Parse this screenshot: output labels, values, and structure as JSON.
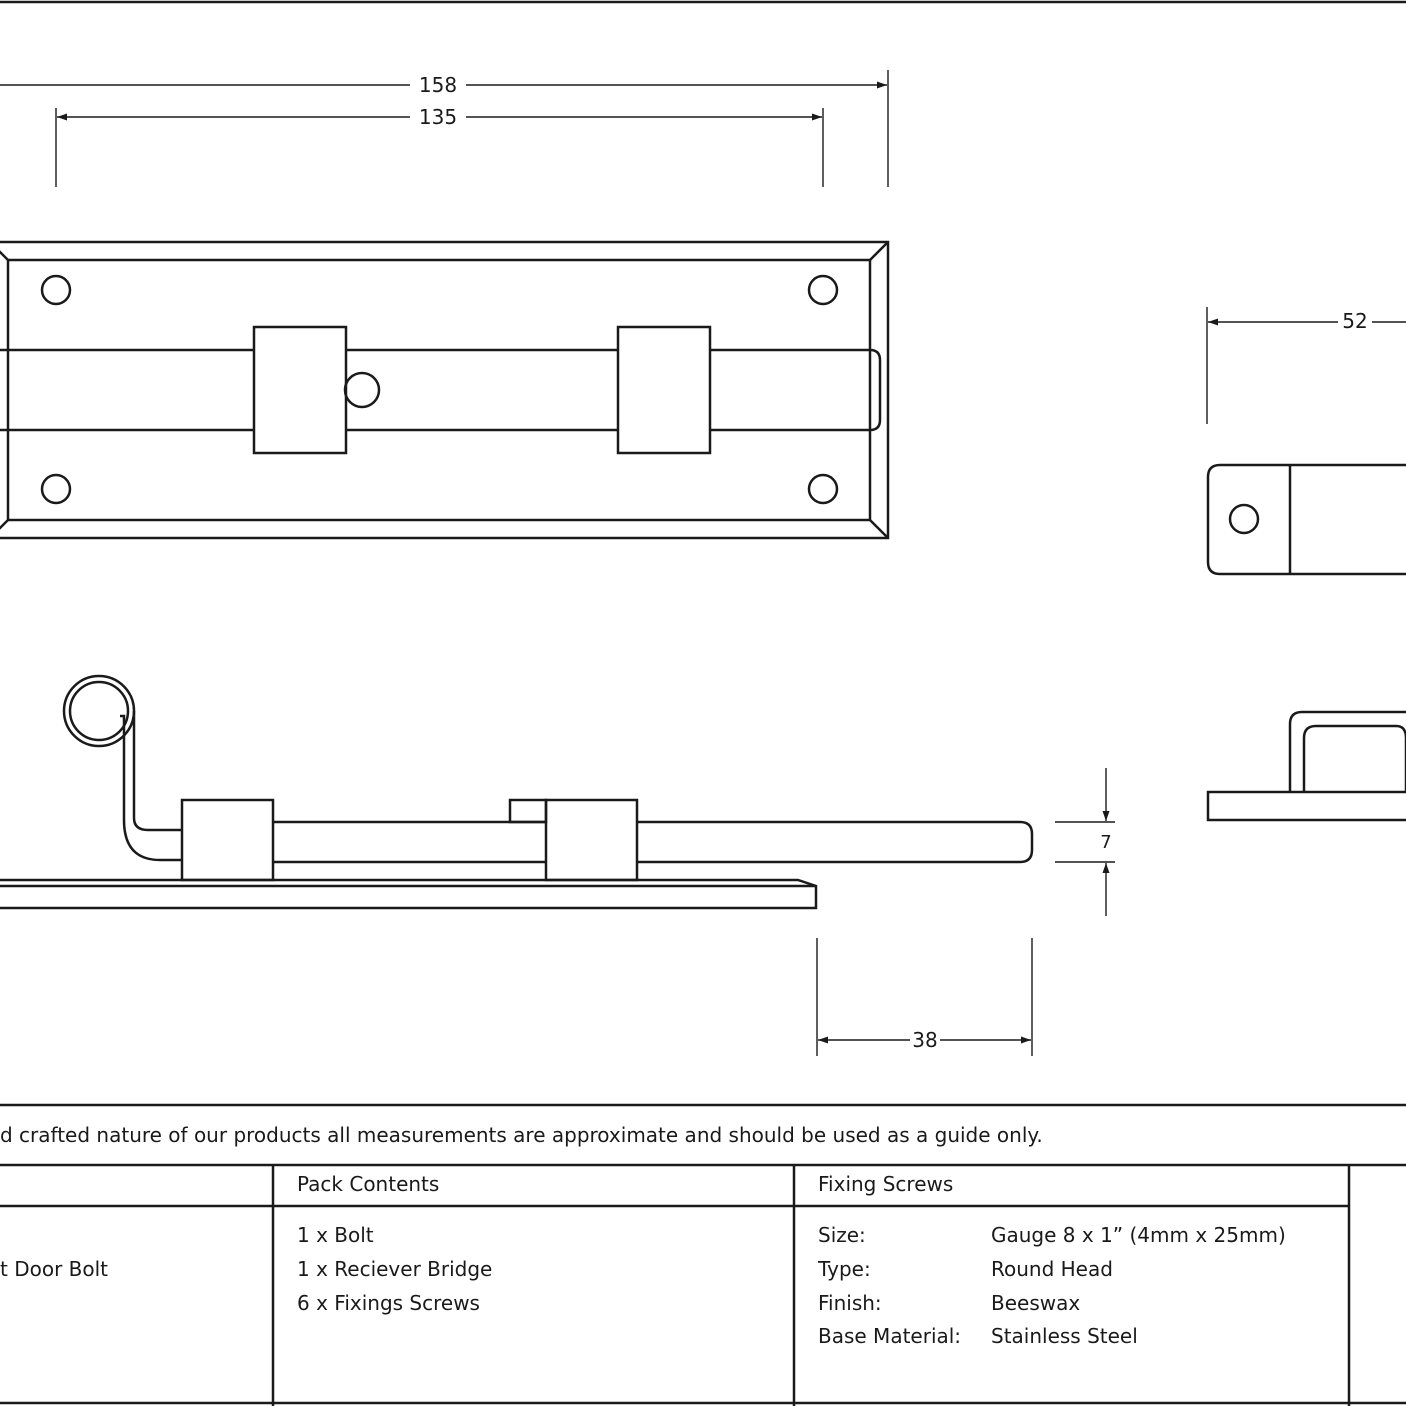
{
  "dimensions": {
    "overall_length": "158",
    "plate_length": "135",
    "receiver_width": "52",
    "bolt_height": "7",
    "bolt_projection": "38"
  },
  "disclaimer": "d crafted nature of our products all measurements are approximate and should be used as a guide only.",
  "table": {
    "product_name_partial": "t Door Bolt",
    "pack_contents": {
      "header": "Pack Contents",
      "items": [
        "1 x Bolt",
        "1 x Reciever Bridge",
        "6 x Fixings Screws"
      ]
    },
    "fixing_screws": {
      "header": "Fixing Screws",
      "rows": [
        {
          "label": "Size:",
          "value": "Gauge 8 x 1” (4mm x 25mm)"
        },
        {
          "label": "Type:",
          "value": "Round Head"
        },
        {
          "label": "Finish:",
          "value": "Beeswax"
        },
        {
          "label": "Base Material:",
          "value": "Stainless Steel"
        }
      ]
    }
  }
}
